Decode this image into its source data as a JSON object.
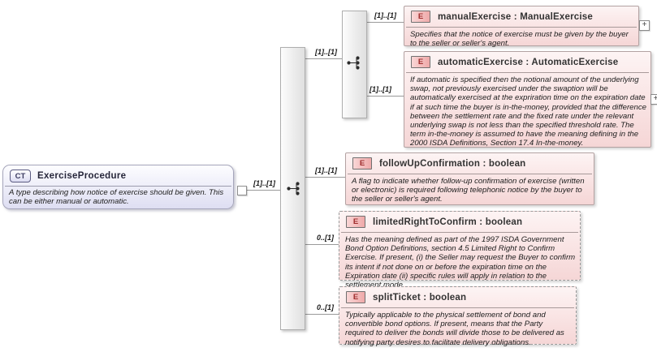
{
  "root": {
    "badge": "CT",
    "title": "ExerciseProcedure",
    "description": "A type describing how notice of exercise should be given. This can be either manual or automatic.",
    "cardinality": "[1]..[1]"
  },
  "choice": {
    "cardinality": "[1]..[1]"
  },
  "expand_label": "+",
  "elements": [
    {
      "badge": "E",
      "label": "manualExercise : ManualExercise",
      "cardinality": "[1]..[1]",
      "description": "Specifies that the notice of exercise must be given by the buyer to the seller or seller's agent."
    },
    {
      "badge": "E",
      "label": "automaticExercise : AutomaticExercise",
      "cardinality": "[1]..[1]",
      "description": "If automatic is specified then the notional amount of the underlying swap, not previously exercised under the swaption will be automatically exercised at the expriration time on the expiration date if at such time the buyer is in-the-money, provided that the difference between the settlement rate and the fixed rate under the relevant underlying swap is not less than the specified threshold rate. The term in-the-money is assumed to have the meaning defining in the 2000 ISDA Definitions, Section 17.4 In-the-money."
    },
    {
      "badge": "E",
      "label": "followUpConfirmation : boolean",
      "cardinality": "[1]..[1]",
      "description": "A flag to indicate whether follow-up confirmation of exercise (written or electronic) is required following telephonic notice by the buyer to the seller or seller's agent."
    },
    {
      "badge": "E",
      "label": "limitedRightToConfirm : boolean",
      "cardinality": "0..[1]",
      "description": "Has the meaning defined as part of the 1997 ISDA Government Bond Option Definitions, section 4.5 Limited Right to Confirm Exercise. If present, (i) the Seller may request the Buyer to confirm its intent if not done on or before the expiration time on the Expiration date (ii) specific rules will apply in relation to the settlement mode."
    },
    {
      "badge": "E",
      "label": "splitTicket : boolean",
      "cardinality": "0..[1]",
      "description": "Typically applicable to the physical settlement of bond and convertible bond options. If present, means that the Party required to deliver the bonds will divide those to be delivered as notifying party desires to facilitate delivery obligations."
    }
  ],
  "colors": {
    "element_fill_top": "#fdf4f4",
    "element_fill_bottom": "#f5d6d6",
    "root_fill_bottom": "#dedef2",
    "element_badge": "#efa9a9",
    "connector": "#9a9a9a"
  }
}
